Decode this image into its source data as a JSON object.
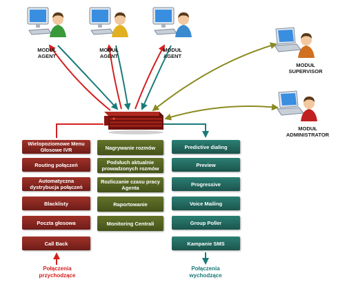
{
  "agents": [
    {
      "label": "MODUŁ\nAGENT",
      "shirt": "#3a9a3a"
    },
    {
      "label": "MODUŁ\nAGENT",
      "shirt": "#e0b020"
    },
    {
      "label": "MODUŁ\nAGENT",
      "shirt": "#3a8ad0"
    }
  ],
  "supervisor": {
    "label": "MODUŁ\nSUPERVISOR",
    "shirt": "#d07020"
  },
  "administrator": {
    "label": "MODUŁ\nADMINISTRATOR",
    "shirt": "#c02020"
  },
  "left_boxes": [
    "Wielopoziomowe Menu Głosowe IVR",
    "Routing połączeń",
    "Automatyczna dystrybucja połączeń",
    "Blacklisty",
    "Poczta głosowa",
    "Call Back"
  ],
  "middle_boxes": [
    "Nagrywanie rozmów",
    "Podsłuch aktualnie prowadzonych rozmów",
    "Rozliczanie czasu pracy Agenta",
    "Raportowanie",
    "Monitoring Centrali"
  ],
  "right_boxes": [
    "Predictive dialing",
    "Preview",
    "Progressive",
    "Voice Mailing",
    "Group Poller",
    "Kampanie SMS"
  ],
  "incoming_label": "Połączenia\nprzychodzące",
  "outgoing_label": "Połączenia\nwychodzące",
  "colors": {
    "incoming": "#d41f1f",
    "outgoing": "#1a7a78",
    "management": "#8a8a20",
    "server": "#8a1410"
  }
}
